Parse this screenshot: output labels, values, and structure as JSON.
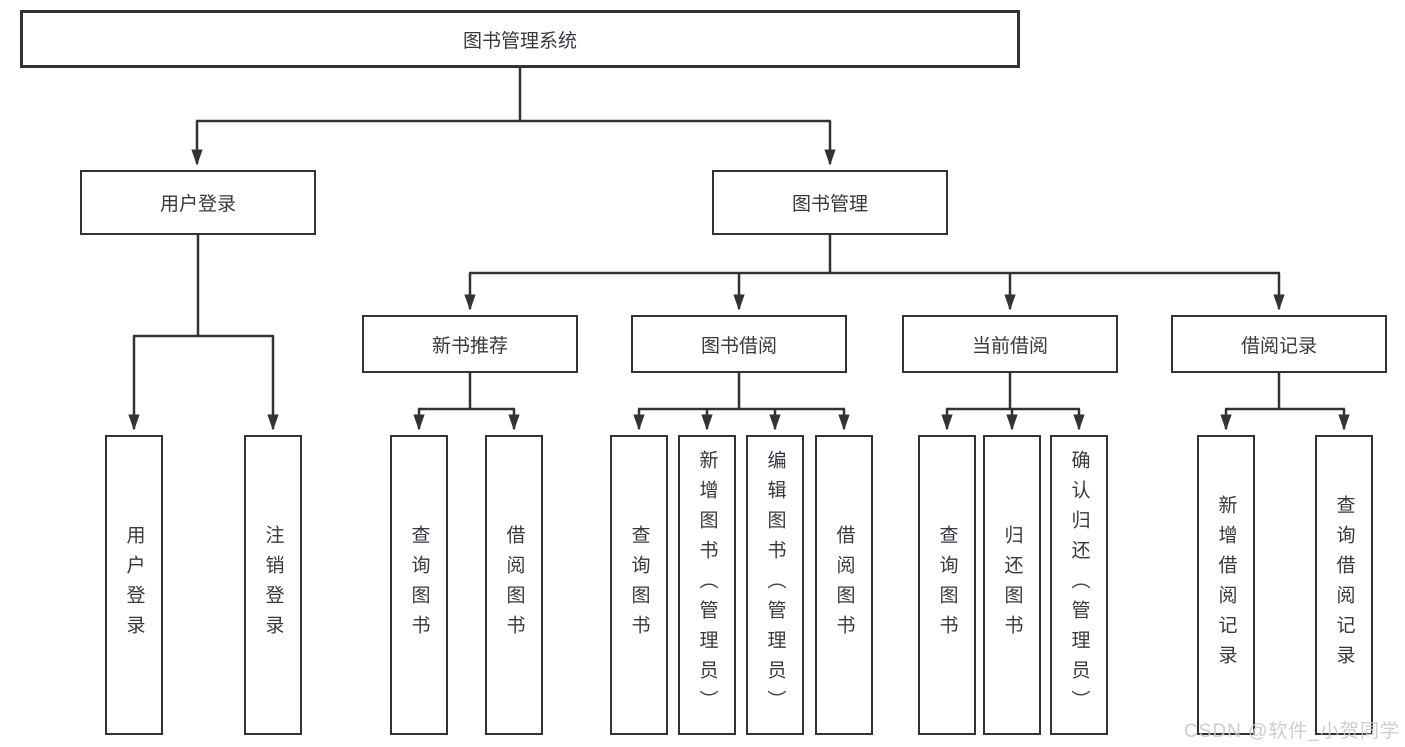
{
  "diagram": {
    "root": {
      "label": "图书管理系统"
    },
    "branches": [
      {
        "label": "用户登录",
        "children": [
          {
            "label": "用户登录"
          },
          {
            "label": "注销登录"
          }
        ]
      },
      {
        "label": "图书管理",
        "children": [
          {
            "label": "新书推荐",
            "children": [
              {
                "label": "查询图书"
              },
              {
                "label": "借阅图书"
              }
            ]
          },
          {
            "label": "图书借阅",
            "children": [
              {
                "label": "查询图书"
              },
              {
                "label": "新增图书（管理员）"
              },
              {
                "label": "编辑图书（管理员）"
              },
              {
                "label": "借阅图书"
              }
            ]
          },
          {
            "label": "当前借阅",
            "children": [
              {
                "label": "查询图书"
              },
              {
                "label": "归还图书"
              },
              {
                "label": "确认归还（管理员）"
              }
            ]
          },
          {
            "label": "借阅记录",
            "children": [
              {
                "label": "新增借阅记录"
              },
              {
                "label": "查询借阅记录"
              }
            ]
          }
        ]
      }
    ]
  },
  "watermark": {
    "text": "CSDN @软件_小贺同学"
  },
  "colors": {
    "line": "#333333",
    "border": "#333333",
    "text": "#38383f",
    "watermark": "#c9c9c9"
  }
}
